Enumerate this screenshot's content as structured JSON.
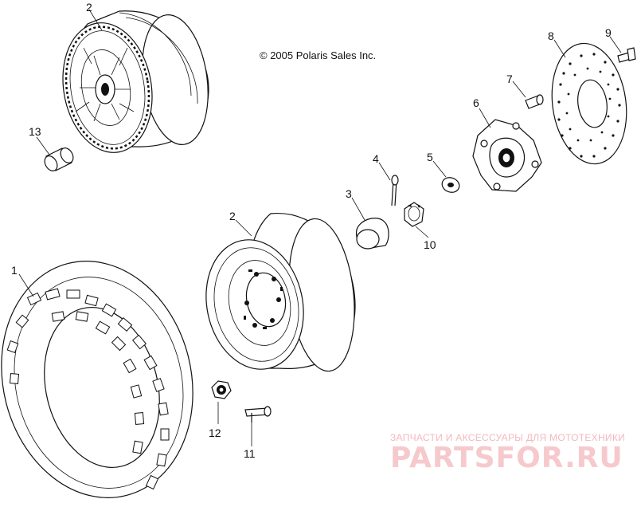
{
  "copyright": "© 2005 Polaris Sales Inc.",
  "watermark": {
    "line1": "ЗАПЧАСТИ И АКСЕССУАРЫ ДЛЯ МОТОТЕХНИКИ",
    "line2": "PARTSFOR.RU"
  },
  "callouts": {
    "tire": "1",
    "wheel_rear": "2",
    "wheel_front": "2",
    "cap": "3",
    "cotter_pin": "4",
    "washer": "5",
    "hub": "6",
    "stud": "7",
    "brake_disc": "8",
    "disc_bolt": "9",
    "castle_nut": "10",
    "valve_stem": "11",
    "lug_nut": "12",
    "valve_cap": "13"
  }
}
